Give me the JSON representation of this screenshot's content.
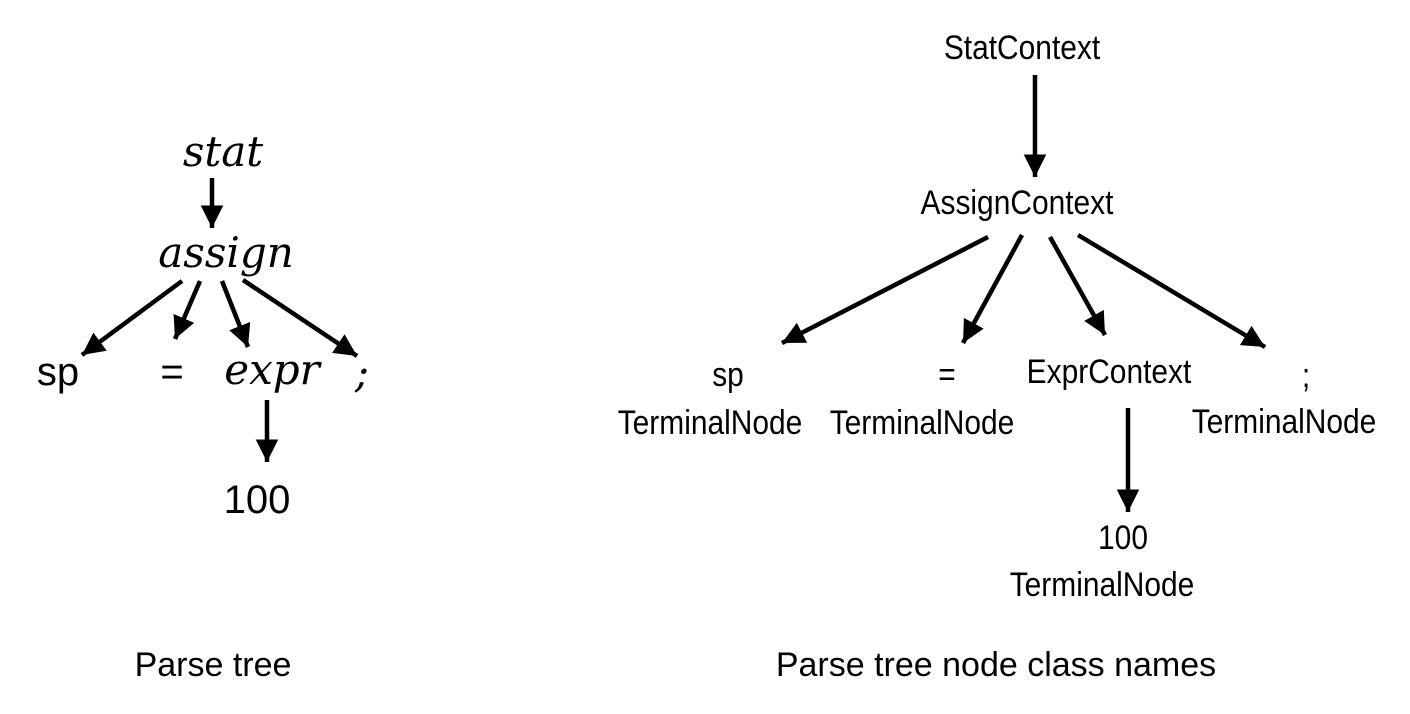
{
  "figure": {
    "colors": {
      "ink": "#000000",
      "background": "#ffffff"
    },
    "left_tree": {
      "caption": "Parse tree",
      "nodes": {
        "stat": "stat",
        "assign": "assign",
        "sp": "sp",
        "eq": "=",
        "expr": "expr",
        "semi": ";",
        "num": "100"
      },
      "edges": [
        {
          "from": "stat",
          "to": "assign"
        },
        {
          "from": "assign",
          "to": "sp"
        },
        {
          "from": "assign",
          "to": "eq"
        },
        {
          "from": "assign",
          "to": "expr"
        },
        {
          "from": "assign",
          "to": "semi"
        },
        {
          "from": "expr",
          "to": "num"
        }
      ]
    },
    "right_tree": {
      "caption": "Parse tree node class names",
      "nodes": {
        "stat": "StatContext",
        "assign": "AssignContext",
        "sp": "sp",
        "sp_type": "TerminalNode",
        "eq": "=",
        "eq_type": "TerminalNode",
        "expr": "ExprContext",
        "semi": ";",
        "semi_type": "TerminalNode",
        "num": "100",
        "num_type": "TerminalNode"
      },
      "edges": [
        {
          "from": "StatContext",
          "to": "AssignContext"
        },
        {
          "from": "AssignContext",
          "to": "sp"
        },
        {
          "from": "AssignContext",
          "to": "eq"
        },
        {
          "from": "AssignContext",
          "to": "ExprContext"
        },
        {
          "from": "AssignContext",
          "to": "semi"
        },
        {
          "from": "ExprContext",
          "to": "num"
        }
      ]
    }
  }
}
